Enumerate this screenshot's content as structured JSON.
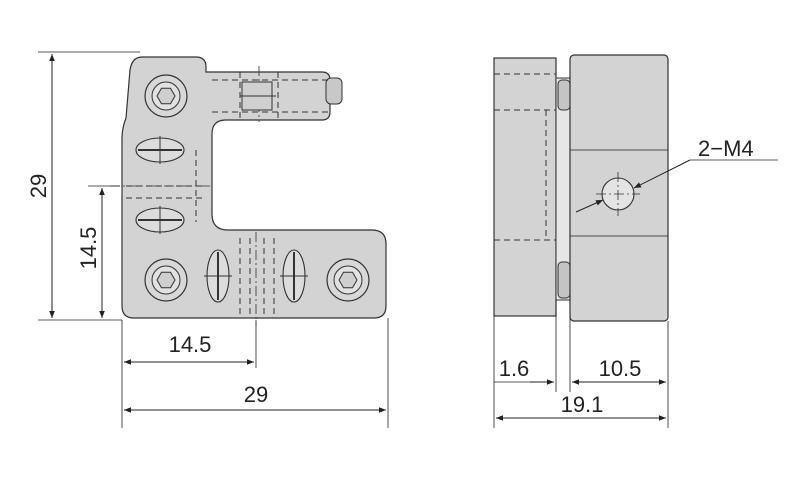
{
  "front_view": {
    "height_total": "29",
    "height_half": "14.5",
    "width_half": "14.5",
    "width_total": "29"
  },
  "side_view": {
    "thread_label": "2−M4",
    "plate_thickness": "1.6",
    "block_thickness": "10.5",
    "total_thickness": "19.1"
  }
}
